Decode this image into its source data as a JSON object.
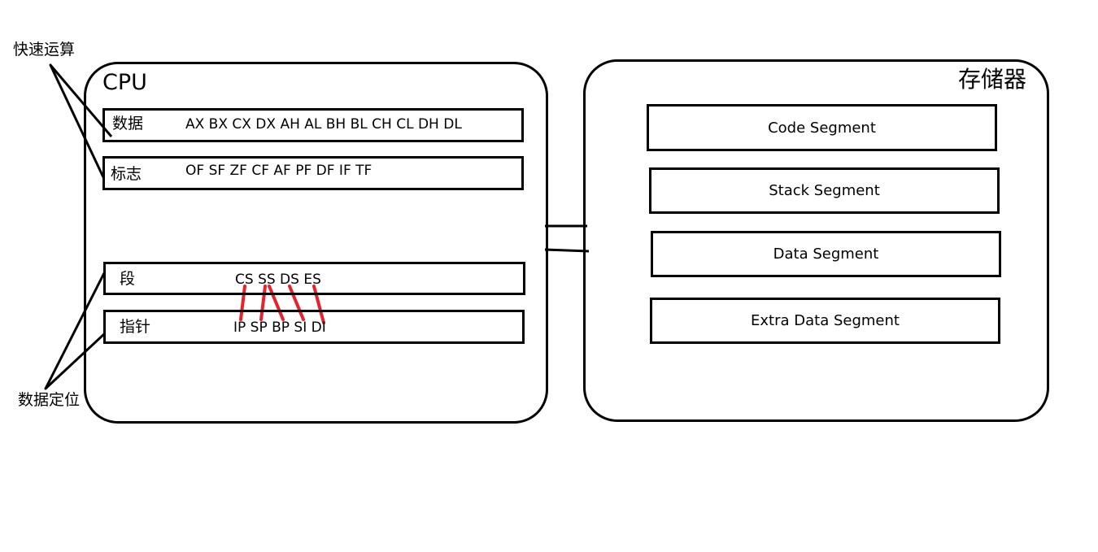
{
  "annotations": {
    "fast_compute": "快速运算",
    "data_locate": "数据定位"
  },
  "cpu": {
    "title": "CPU",
    "rows": {
      "data": {
        "label": "数据",
        "content": "AX BX CX DX AH AL BH BL CH CL DH DL"
      },
      "flags": {
        "label": "标志",
        "content": "OF SF ZF CF AF PF DF IF TF"
      },
      "segment": {
        "label": "段",
        "content": "CS SS DS ES"
      },
      "pointer": {
        "label": "指针",
        "content": "IP SP BP SI DI"
      }
    }
  },
  "memory": {
    "title": "存储器",
    "segments": [
      "Code Segment",
      "Stack Segment",
      "Data Segment",
      "Extra Data Segment"
    ]
  },
  "colors": {
    "stroke": "#000000",
    "link": "#e8212b",
    "background": "#ffffff"
  }
}
